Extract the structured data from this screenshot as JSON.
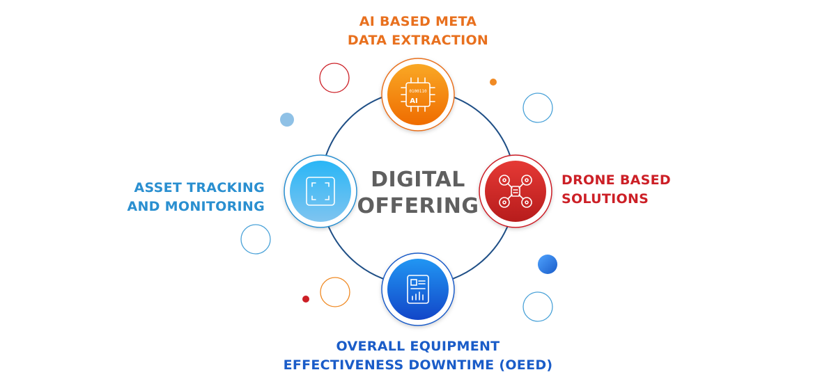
{
  "center": {
    "line1": "DIGITAL",
    "line2": "OFFERING"
  },
  "nodes": [
    {
      "id": "ai",
      "line1": "AI BASED META",
      "line2": "DATA EXTRACTION",
      "color": "#e8701e",
      "icon": "ai-chip-icon"
    },
    {
      "id": "drone",
      "line1": "DRONE BASED",
      "line2": "SOLUTIONS",
      "color": "#cc1f26",
      "icon": "drone-icon"
    },
    {
      "id": "asset",
      "line1": "ASSET TRACKING",
      "line2": "AND MONITORING",
      "color": "#2a8fd0",
      "icon": "scan-frame-icon"
    },
    {
      "id": "oeed",
      "line1": "OVERALL EQUIPMENT",
      "line2": "EFFECTIVENESS DOWNTIME (OEED)",
      "color": "#1a5cc8",
      "icon": "report-chart-icon"
    }
  ],
  "colors": {
    "ring": "#1f4f86",
    "ai_gradient": [
      "#f9a825",
      "#ef6c00"
    ],
    "drone_gradient": [
      "#e53935",
      "#b71c1c"
    ],
    "asset_gradient": [
      "#29b6f6",
      "#1e88e5"
    ],
    "oeed_gradient": [
      "#1e88e5",
      "#1246c8"
    ]
  },
  "icon_text": {
    "chip_bits": "0100110",
    "chip_label": "AI"
  }
}
